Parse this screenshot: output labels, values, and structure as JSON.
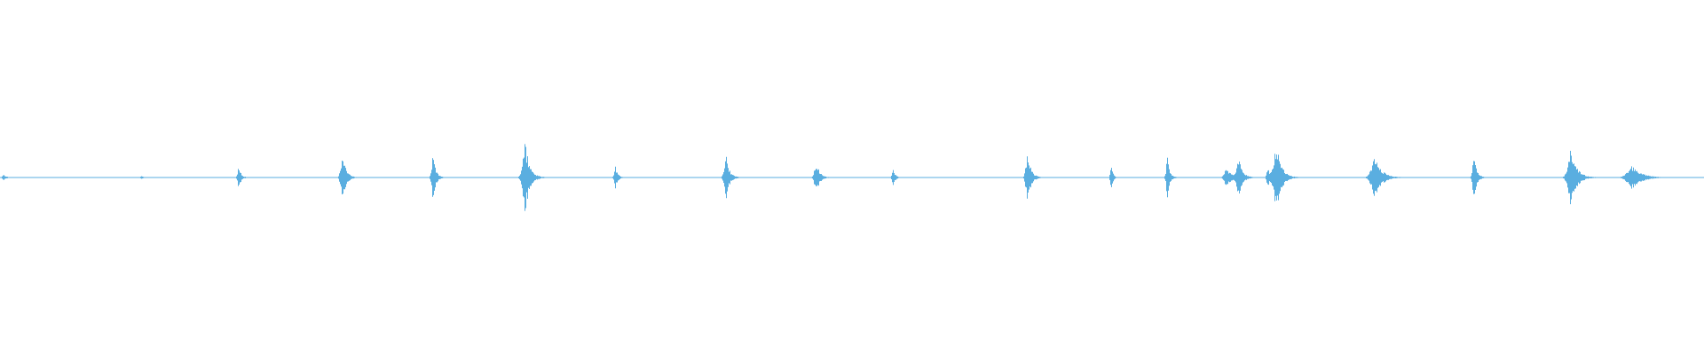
{
  "waveform": {
    "color": "#5aaee0",
    "baseline_amplitude": 0.004,
    "peak_amplitude_scale": 0.11,
    "bursts": [
      {
        "t": 0.002,
        "amp": 0.09,
        "width": 0.002
      },
      {
        "t": 0.083,
        "amp": 0.05,
        "width": 0.0015
      },
      {
        "t": 0.14,
        "amp": 0.3,
        "width": 0.002
      },
      {
        "t": 0.201,
        "amp": 0.65,
        "width": 0.003
      },
      {
        "t": 0.254,
        "amp": 0.55,
        "width": 0.0025
      },
      {
        "t": 0.308,
        "amp": 0.95,
        "width": 0.004
      },
      {
        "t": 0.361,
        "amp": 0.3,
        "width": 0.002
      },
      {
        "t": 0.426,
        "amp": 0.55,
        "width": 0.003
      },
      {
        "t": 0.479,
        "amp": 0.4,
        "width": 0.003
      },
      {
        "t": 0.524,
        "amp": 0.2,
        "width": 0.002
      },
      {
        "t": 0.603,
        "amp": 0.65,
        "width": 0.003
      },
      {
        "t": 0.652,
        "amp": 0.35,
        "width": 0.0015
      },
      {
        "t": 0.685,
        "amp": 0.55,
        "width": 0.002
      },
      {
        "t": 0.72,
        "amp": 0.25,
        "width": 0.004
      },
      {
        "t": 0.727,
        "amp": 0.45,
        "width": 0.0035
      },
      {
        "t": 0.744,
        "amp": 0.25,
        "width": 0.002
      },
      {
        "t": 0.749,
        "amp": 0.85,
        "width": 0.0045
      },
      {
        "t": 0.807,
        "amp": 0.5,
        "width": 0.006
      },
      {
        "t": 0.865,
        "amp": 0.55,
        "width": 0.0025
      },
      {
        "t": 0.922,
        "amp": 0.75,
        "width": 0.005
      },
      {
        "t": 0.958,
        "amp": 0.3,
        "width": 0.008
      }
    ]
  }
}
